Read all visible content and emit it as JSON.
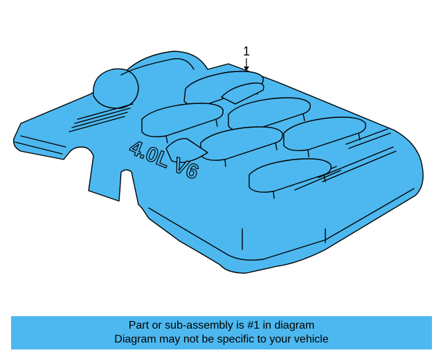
{
  "diagram": {
    "callout_number": "1",
    "embossed_text": "4.0L V6",
    "part_fill": "#4db8ef",
    "outline_color": "#000000"
  },
  "caption": {
    "line1": "Part or sub-assembly is #1 in diagram",
    "line2": "Diagram may not be specific to your vehicle",
    "background": "#4db8ef"
  }
}
